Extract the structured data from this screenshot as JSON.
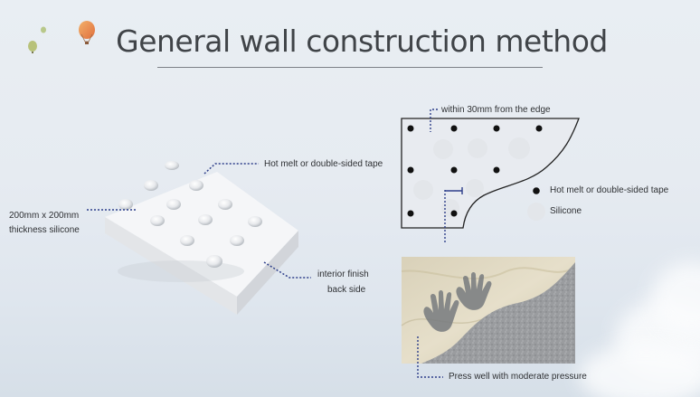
{
  "title": "General wall construction method",
  "labels": {
    "tape": "Hot melt or double-sided tape",
    "size": "200mm x 200mm",
    "thickness": "thickness silicone",
    "interior": "interior finish",
    "back_side": "back side",
    "edge": "within 30mm from the edge",
    "legend_tape": "Hot melt or double-sided tape",
    "legend_silicone": "Silicone",
    "press": "Press well with moderate pressure"
  },
  "colors": {
    "title": "#404448",
    "dotted_line": "#2d3e8a",
    "dot": "#111111",
    "silicone": "#e3e6ea"
  },
  "icons": [
    "hot-air-balloon-icon",
    "hand-print-icon"
  ]
}
